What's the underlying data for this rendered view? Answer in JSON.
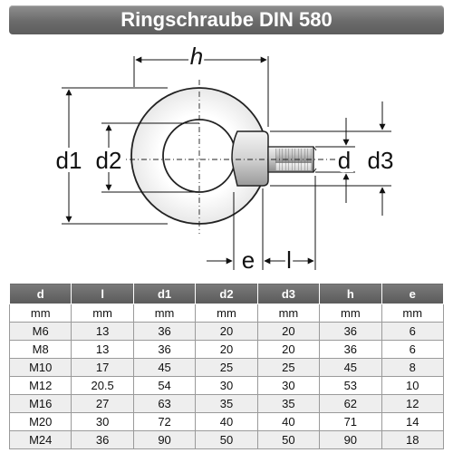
{
  "title": "Ringschraube DIN 580",
  "drawing_labels": {
    "h": "h",
    "d1": "d1",
    "d2": "d2",
    "d": "d",
    "d3": "d3",
    "e": "e",
    "l": "l"
  },
  "table": {
    "headers": [
      "d",
      "l",
      "d1",
      "d2",
      "d3",
      "h",
      "e"
    ],
    "rows": [
      [
        "mm",
        "mm",
        "mm",
        "mm",
        "mm",
        "mm",
        "mm"
      ],
      [
        "M6",
        "13",
        "36",
        "20",
        "20",
        "36",
        "6"
      ],
      [
        "M8",
        "13",
        "36",
        "20",
        "20",
        "36",
        "6"
      ],
      [
        "M10",
        "17",
        "45",
        "25",
        "25",
        "45",
        "8"
      ],
      [
        "M12",
        "20.5",
        "54",
        "30",
        "30",
        "53",
        "10"
      ],
      [
        "M16",
        "27",
        "63",
        "35",
        "35",
        "62",
        "12"
      ],
      [
        "M20",
        "30",
        "72",
        "40",
        "40",
        "71",
        "14"
      ],
      [
        "M24",
        "36",
        "90",
        "50",
        "50",
        "90",
        "18"
      ]
    ]
  }
}
